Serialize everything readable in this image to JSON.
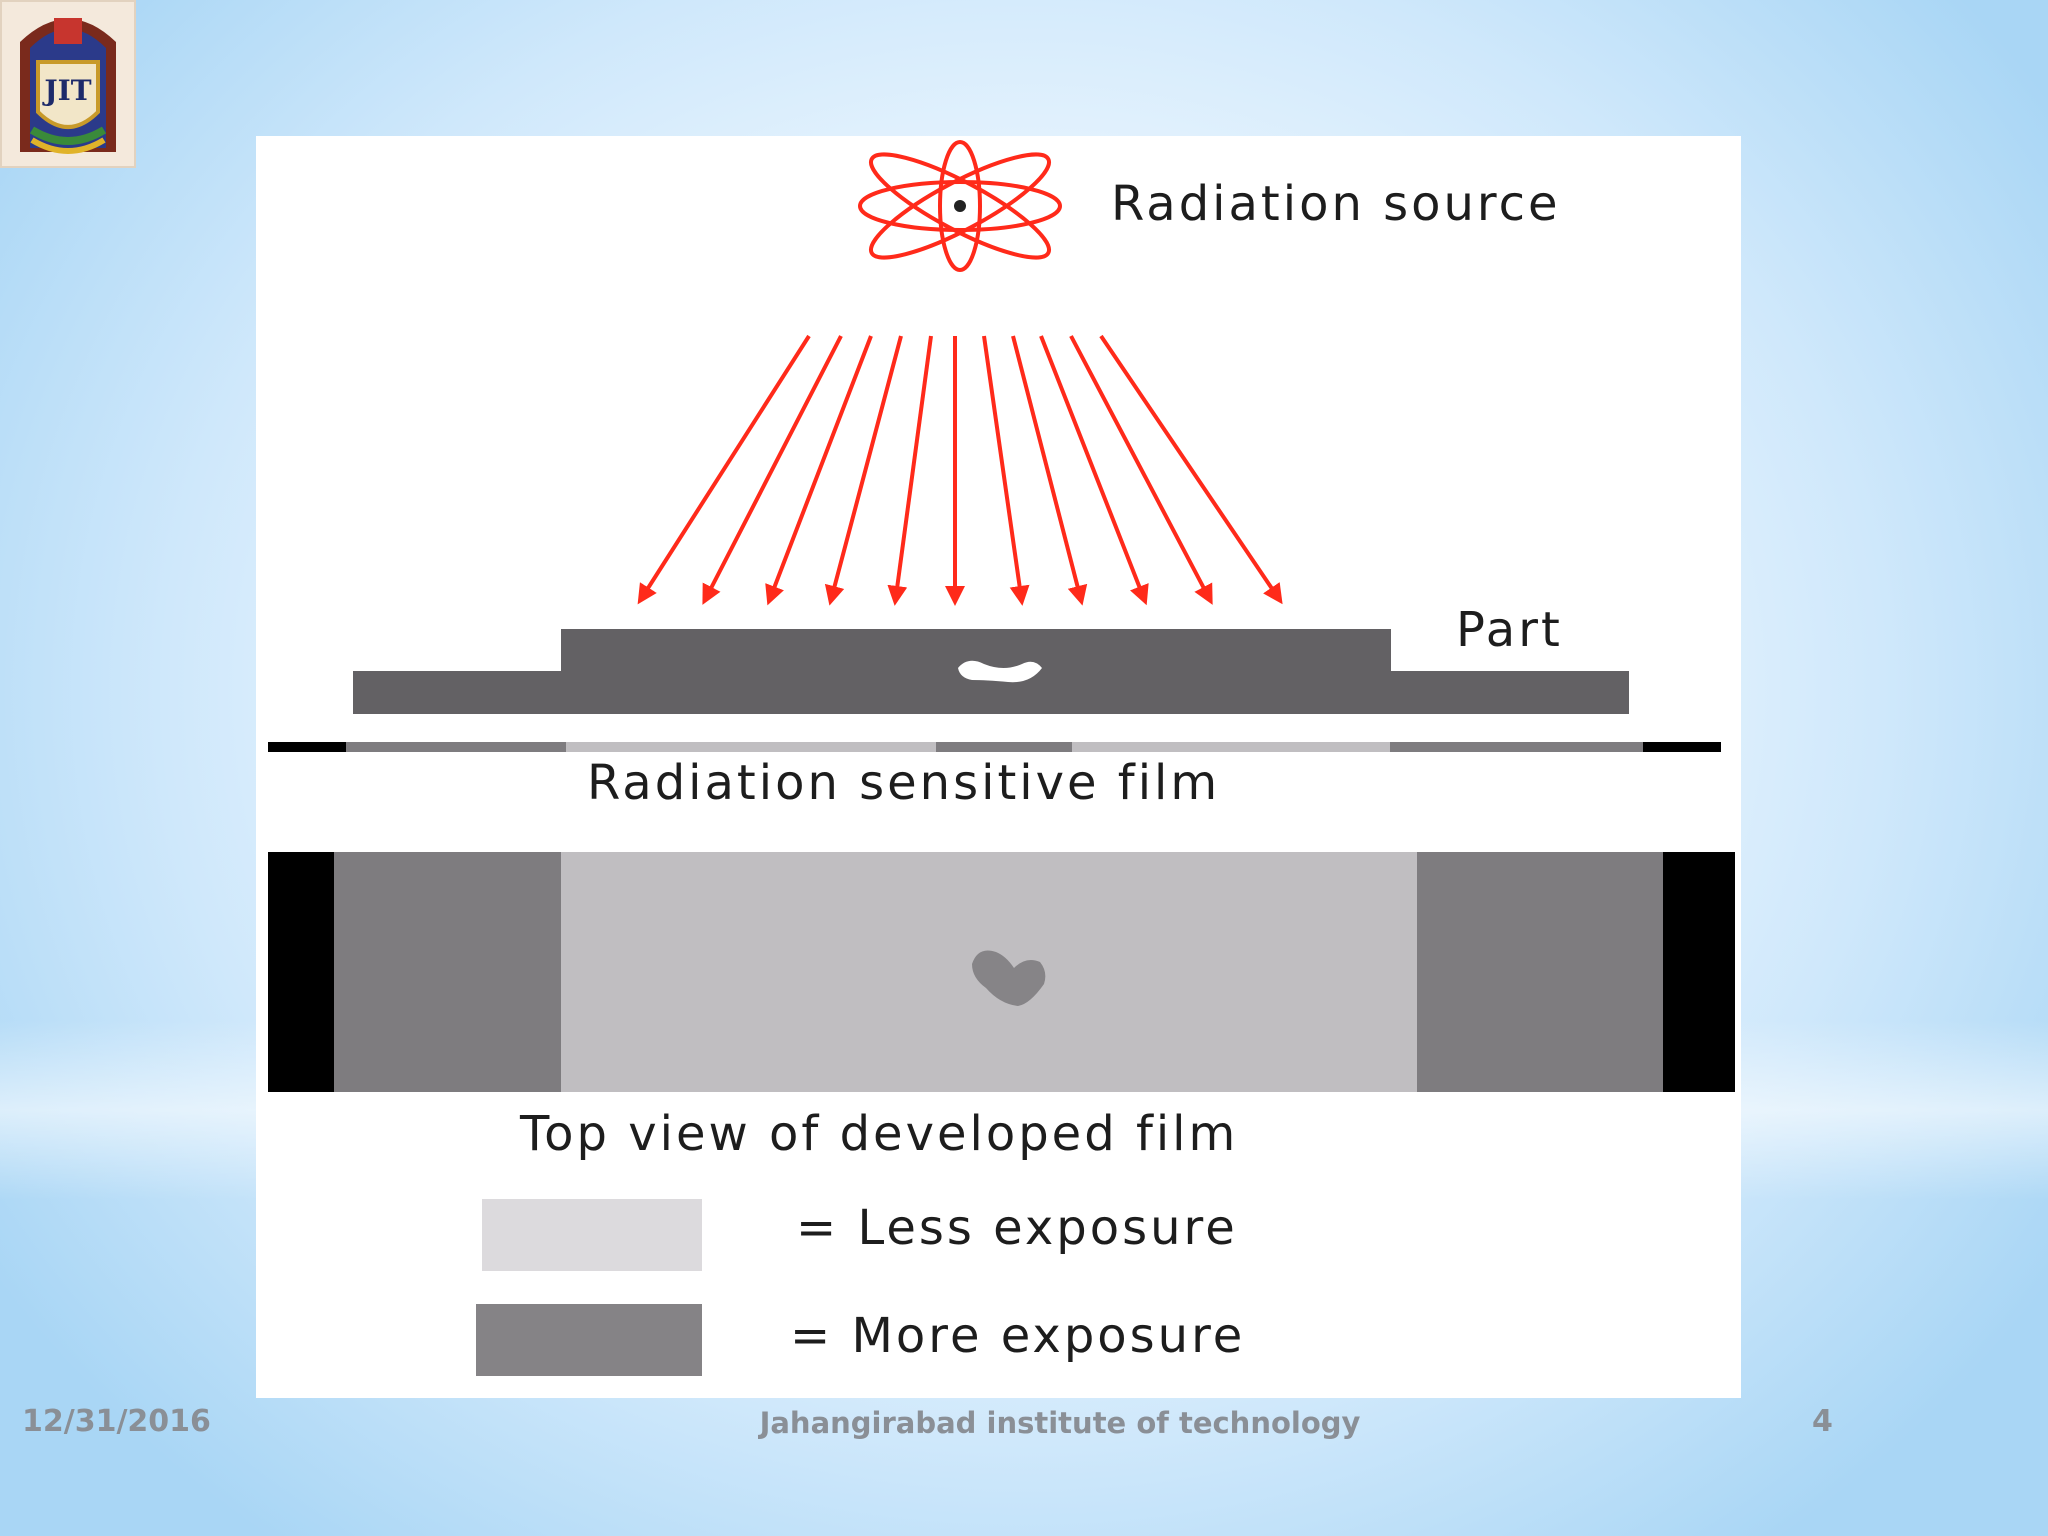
{
  "slide": {
    "logo_text": "JIT",
    "date": "12/31/2016",
    "institution": "Jahangirabad institute of technology",
    "page_number": "4"
  },
  "diagram": {
    "source_label": "Radiation source",
    "part_label": "Part",
    "film_label": "Radiation sensitive film",
    "top_view_label": "Top view of developed film",
    "legend": [
      {
        "label": "= Less exposure",
        "color": "#dcdadd"
      },
      {
        "label": "= More exposure",
        "color": "#858386"
      }
    ],
    "colors": {
      "rays": "#ff2a1a",
      "part": "#636164",
      "film_dark": "#000000",
      "film_mid": "#7e7c7f",
      "film_light": "#c0bec1"
    }
  }
}
